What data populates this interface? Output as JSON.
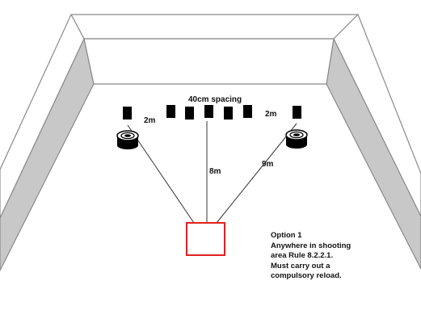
{
  "diagram": {
    "spacing_label": "40cm spacing",
    "distance_left_label": "2m",
    "distance_right_label": "2m",
    "distance_center_label": "8m",
    "distance_diagonal_label": "9m",
    "note": {
      "line1": "Option 1",
      "line2": "Anywhere in shooting",
      "line3": "area Rule 8.2.2.1.",
      "line4": "Must carry out a",
      "line5": "compulsory reload."
    }
  },
  "colors": {
    "wall_face": "#c8c8c8",
    "wall_outline": "#8a8a8a",
    "target": "#000000",
    "shooting_box": "#e02020",
    "line": "#333333"
  },
  "icons": [
    "steel-target-icon",
    "barrel-icon",
    "shooting-box"
  ]
}
